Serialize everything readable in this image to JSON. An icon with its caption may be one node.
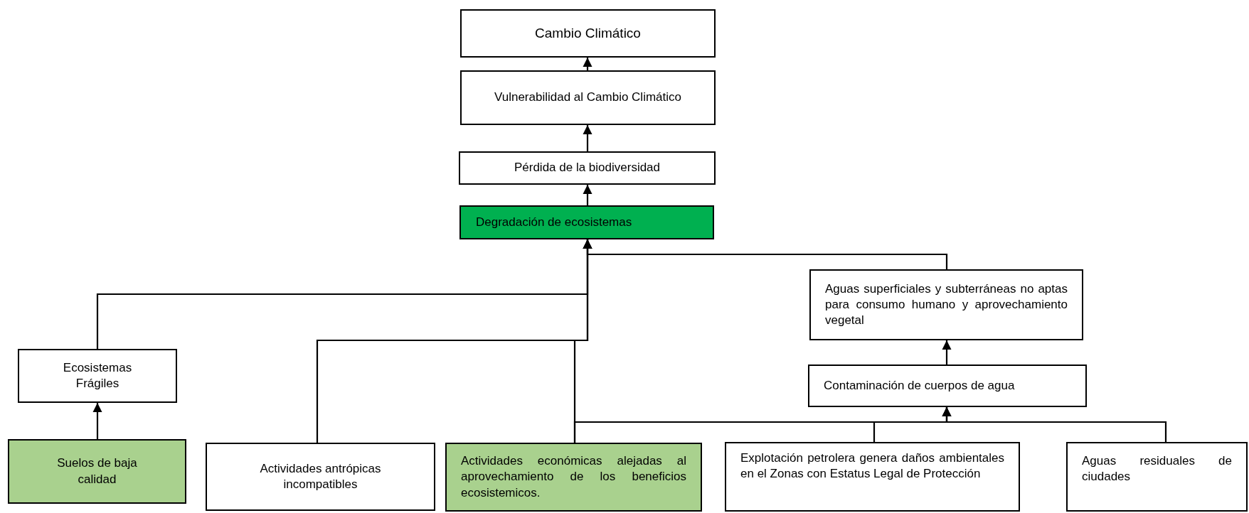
{
  "diagram": {
    "nodes": [
      {
        "text": [
          "Cambio Climático"
        ]
      },
      {
        "text": [
          "Vulnerabilidad al Cambio Climático"
        ]
      },
      {
        "text": [
          "Pérdida de la biodiversidad"
        ]
      },
      {
        "text": [
          "Degradación de ecosistemas"
        ]
      },
      {
        "text": [
          "Aguas superficiales y subterráneas no aptas para consumo humano y aprovechamiento vegetal"
        ]
      },
      {
        "text": [
          "Ecosistemas Frágiles"
        ]
      },
      {
        "text": [
          "Contaminación de cuerpos de agua"
        ]
      },
      {
        "text": [
          "Suelos de baja calidad"
        ]
      },
      {
        "text": [
          "Actividades antrópicas incompatibles"
        ]
      },
      {
        "text": [
          "Actividades económicas alejadas al aprovechamiento de los beneficios ecosistemicos."
        ]
      },
      {
        "text": [
          "Explotación petrolera genera daños ambientales en el Zonas con Estatus Legal de Protección"
        ]
      },
      {
        "text": [
          "Aguas residuales de ciudades"
        ]
      }
    ],
    "edges": [
      {
        "from": 1,
        "to": 0,
        "arrow": "to"
      },
      {
        "from": 2,
        "to": 1,
        "arrow": "to"
      },
      {
        "from": 3,
        "to": 2,
        "arrow": "to"
      },
      {
        "from": 4,
        "to": 3,
        "arrow": "to"
      },
      {
        "from": 5,
        "to": 3,
        "arrow": "to"
      },
      {
        "from": 8,
        "to": 3,
        "arrow": "to"
      },
      {
        "from": 9,
        "to": 3,
        "arrow": "to"
      },
      {
        "from": 7,
        "to": 5,
        "arrow": "to"
      },
      {
        "from": 6,
        "to": 4,
        "arrow": "to"
      },
      {
        "from": 10,
        "to": 6,
        "arrow": "to"
      },
      {
        "from": 11,
        "to": 6,
        "arrow": "to"
      },
      {
        "from": 9,
        "to": 6,
        "arrow": "to"
      }
    ]
  }
}
